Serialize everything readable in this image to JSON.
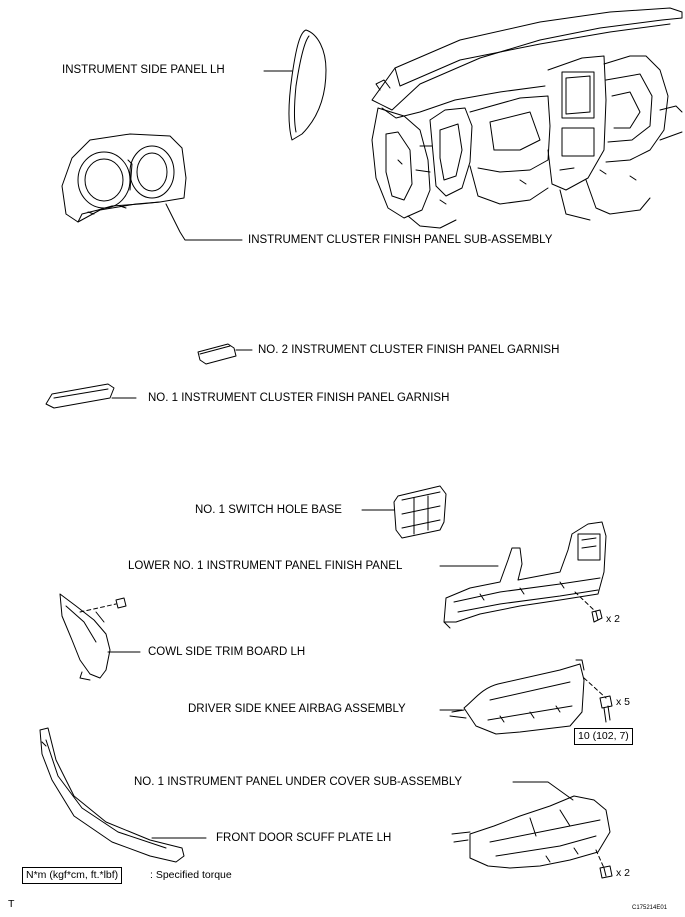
{
  "labels": {
    "instrument_side_panel": "INSTRUMENT SIDE PANEL LH",
    "cluster_finish_panel": "INSTRUMENT CLUSTER FINISH PANEL SUB-ASSEMBLY",
    "no2_garnish": "NO. 2 INSTRUMENT CLUSTER FINISH PANEL GARNISH",
    "no1_garnish": "NO. 1 INSTRUMENT CLUSTER FINISH PANEL GARNISH",
    "switch_hole_base": "NO. 1 SWITCH HOLE BASE",
    "lower_finish_panel": "LOWER NO. 1 INSTRUMENT PANEL FINISH PANEL",
    "cowl_side_trim": "COWL SIDE TRIM BOARD LH",
    "knee_airbag": "DRIVER SIDE KNEE AIRBAG ASSEMBLY",
    "under_cover": "NO. 1 INSTRUMENT PANEL UNDER COVER SUB-ASSEMBLY",
    "scuff_plate": "FRONT DOOR SCUFF PLATE LH"
  },
  "quantities": {
    "lower_panel_screws": "x 2",
    "airbag_bolts": "x 5",
    "under_cover_screws": "x 2"
  },
  "torque": {
    "value": "10 (102, 7)",
    "legend_box": "N*m (kgf*cm, ft.*lbf)",
    "legend_text": ": Specified torque"
  },
  "corner_mark": "T",
  "figure_code": "C175214E01"
}
